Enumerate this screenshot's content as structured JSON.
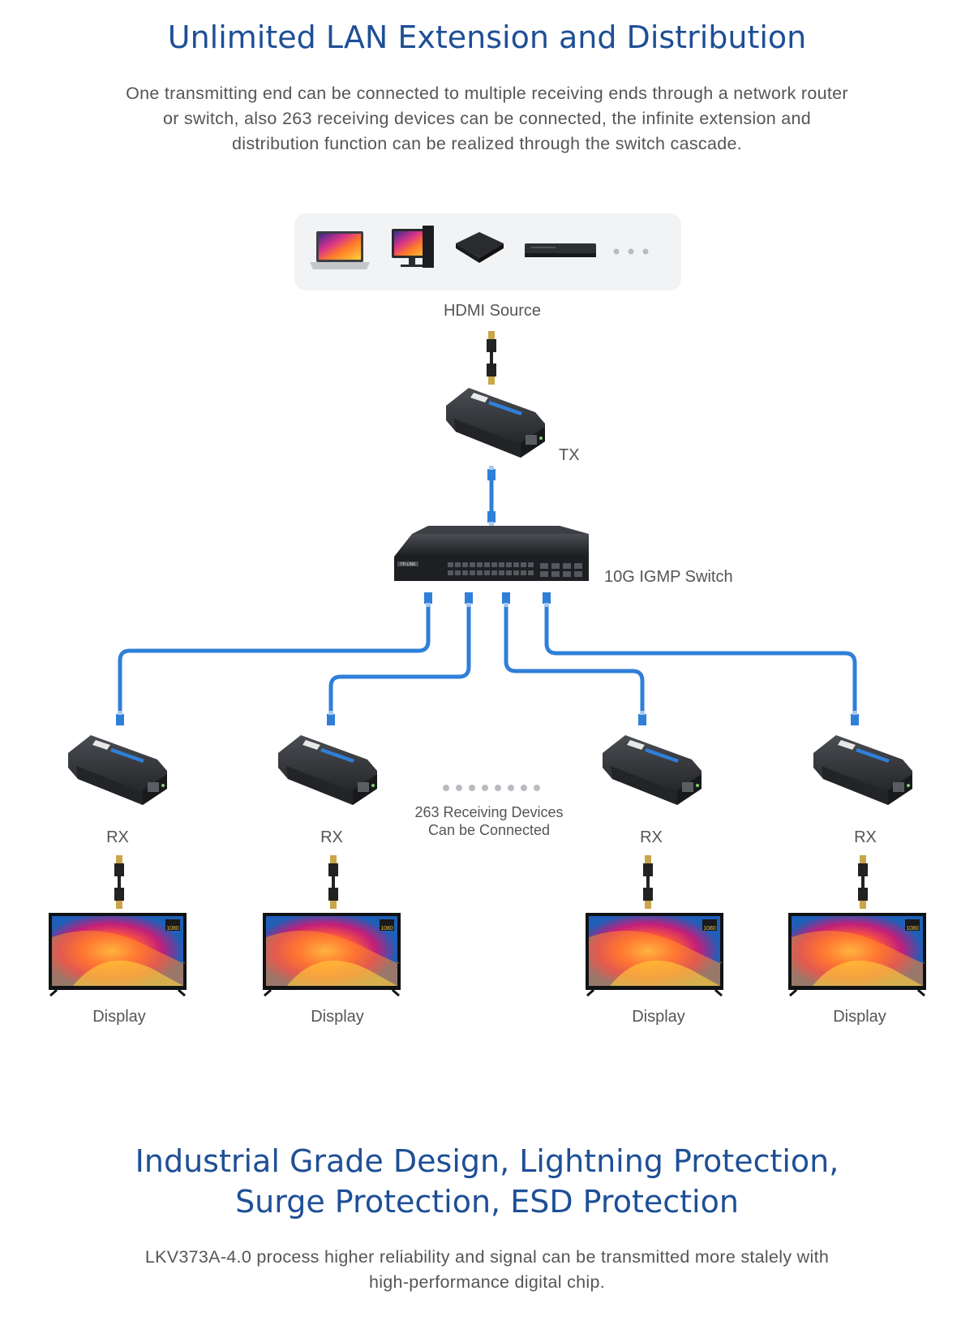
{
  "section1": {
    "title": "Unlimited LAN Extension and Distribution",
    "description": "One transmitting end can be connected to multiple receiving ends through a network router or switch, also 263 receiving devices can be connected, the infinite extension and distribution function can be realized through the switch cascade."
  },
  "diagram": {
    "source_label": "HDMI Source",
    "tx_label": "TX",
    "switch_label": "10G IGMP Switch",
    "switch_brand": "TP-LINK",
    "receivers_note_line1": "263 Receiving Devices",
    "receivers_note_line2": "Can be Connected",
    "receivers": [
      {
        "label": "RX",
        "display_label": "Display"
      },
      {
        "label": "RX",
        "display_label": "Display"
      },
      {
        "label": "RX",
        "display_label": "Display"
      },
      {
        "label": "RX",
        "display_label": "Display"
      }
    ],
    "display_badge": "1080",
    "colors": {
      "cable_blue": "#2f7fd9",
      "device_dark": "#2e3033",
      "panel_bg": "#f2f3f5"
    }
  },
  "section2": {
    "title_line1": "Industrial Grade Design, Lightning Protection,",
    "title_line2": "Surge Protection, ESD Protection",
    "description_line1": "LKV373A-4.0 process higher reliability and signal can be transmitted more stalely with",
    "description_line2": "high-performance digital chip."
  }
}
